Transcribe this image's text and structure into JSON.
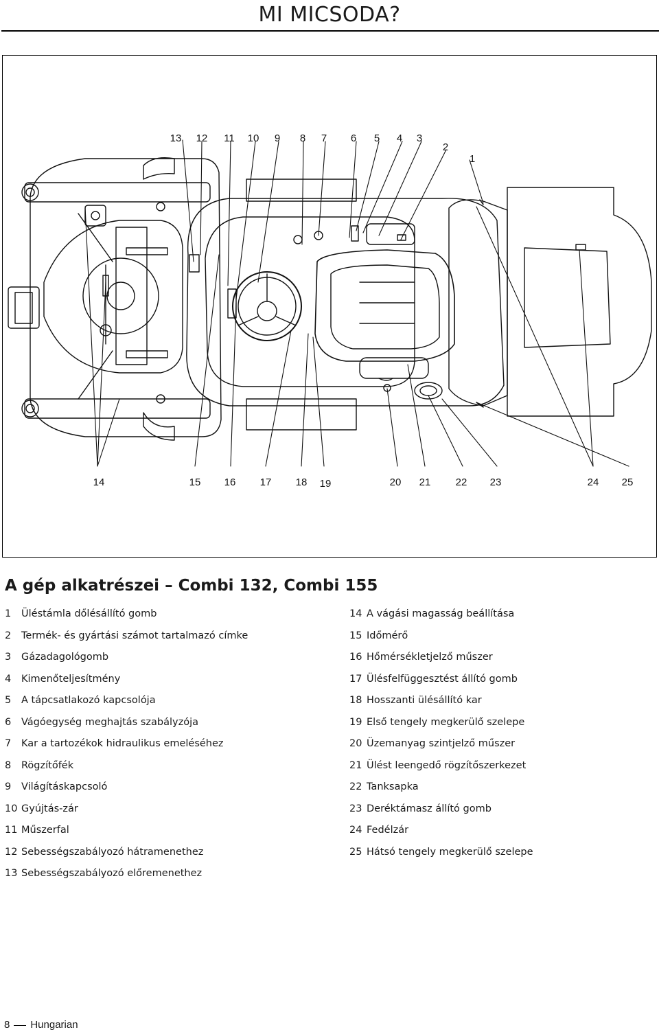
{
  "page": {
    "title": "MI MICSODA?",
    "section_heading": "A gép alkatrészei – Combi 132, Combi 155",
    "footer": {
      "page_number": "8",
      "language": "Hungarian"
    }
  },
  "diagram": {
    "top_callouts": [
      "13",
      "12",
      "11",
      "10",
      "9",
      "8",
      "7",
      "6",
      "5",
      "4",
      "3",
      "2",
      "1"
    ],
    "bottom_callouts": [
      "14",
      "15",
      "16",
      "17",
      "18",
      "19",
      "20",
      "21",
      "22",
      "23",
      "24",
      "25"
    ]
  },
  "parts": {
    "left": [
      {
        "num": "1",
        "label": "Üléstámla dőlésállító gomb"
      },
      {
        "num": "2",
        "label": "Termék- és gyártási számot tartalmazó címke"
      },
      {
        "num": "3",
        "label": "Gázadagológomb"
      },
      {
        "num": "4",
        "label": "Kimenőteljesítmény"
      },
      {
        "num": "5",
        "label": "A tápcsatlakozó kapcsolója"
      },
      {
        "num": "6",
        "label": "Vágóegység meghajtás szabályzója"
      },
      {
        "num": "7",
        "label": "Kar a tartozékok hidraulikus emeléséhez"
      },
      {
        "num": "8",
        "label": "Rögzítőfék"
      },
      {
        "num": "9",
        "label": "Világításkapcsoló"
      },
      {
        "num": "10",
        "label": "Gyújtás-zár"
      },
      {
        "num": "11",
        "label": "Műszerfal"
      },
      {
        "num": "12",
        "label": "Sebességszabályozó hátramenethez"
      },
      {
        "num": "13",
        "label": "Sebességszabályozó előremenethez"
      }
    ],
    "right": [
      {
        "num": "14",
        "label": "A vágási magasság beállítása"
      },
      {
        "num": "15",
        "label": "Időmérő"
      },
      {
        "num": "16",
        "label": "Hőmérsékletjelző műszer"
      },
      {
        "num": "17",
        "label": "Ülésfelfüggesztést állító gomb"
      },
      {
        "num": "18",
        "label": "Hosszanti ülésállító kar"
      },
      {
        "num": "19",
        "label": "Első tengely megkerülő szelepe"
      },
      {
        "num": "20",
        "label": "Üzemanyag szintjelző műszer"
      },
      {
        "num": "21",
        "label": "Ülést leengedő rögzítőszerkezet"
      },
      {
        "num": "22",
        "label": "Tanksapka"
      },
      {
        "num": "23",
        "label": "Deréktámasz állító gomb"
      },
      {
        "num": "24",
        "label": "Fedélzár"
      },
      {
        "num": "25",
        "label": "Hátsó tengely megkerülő szelepe"
      }
    ]
  }
}
